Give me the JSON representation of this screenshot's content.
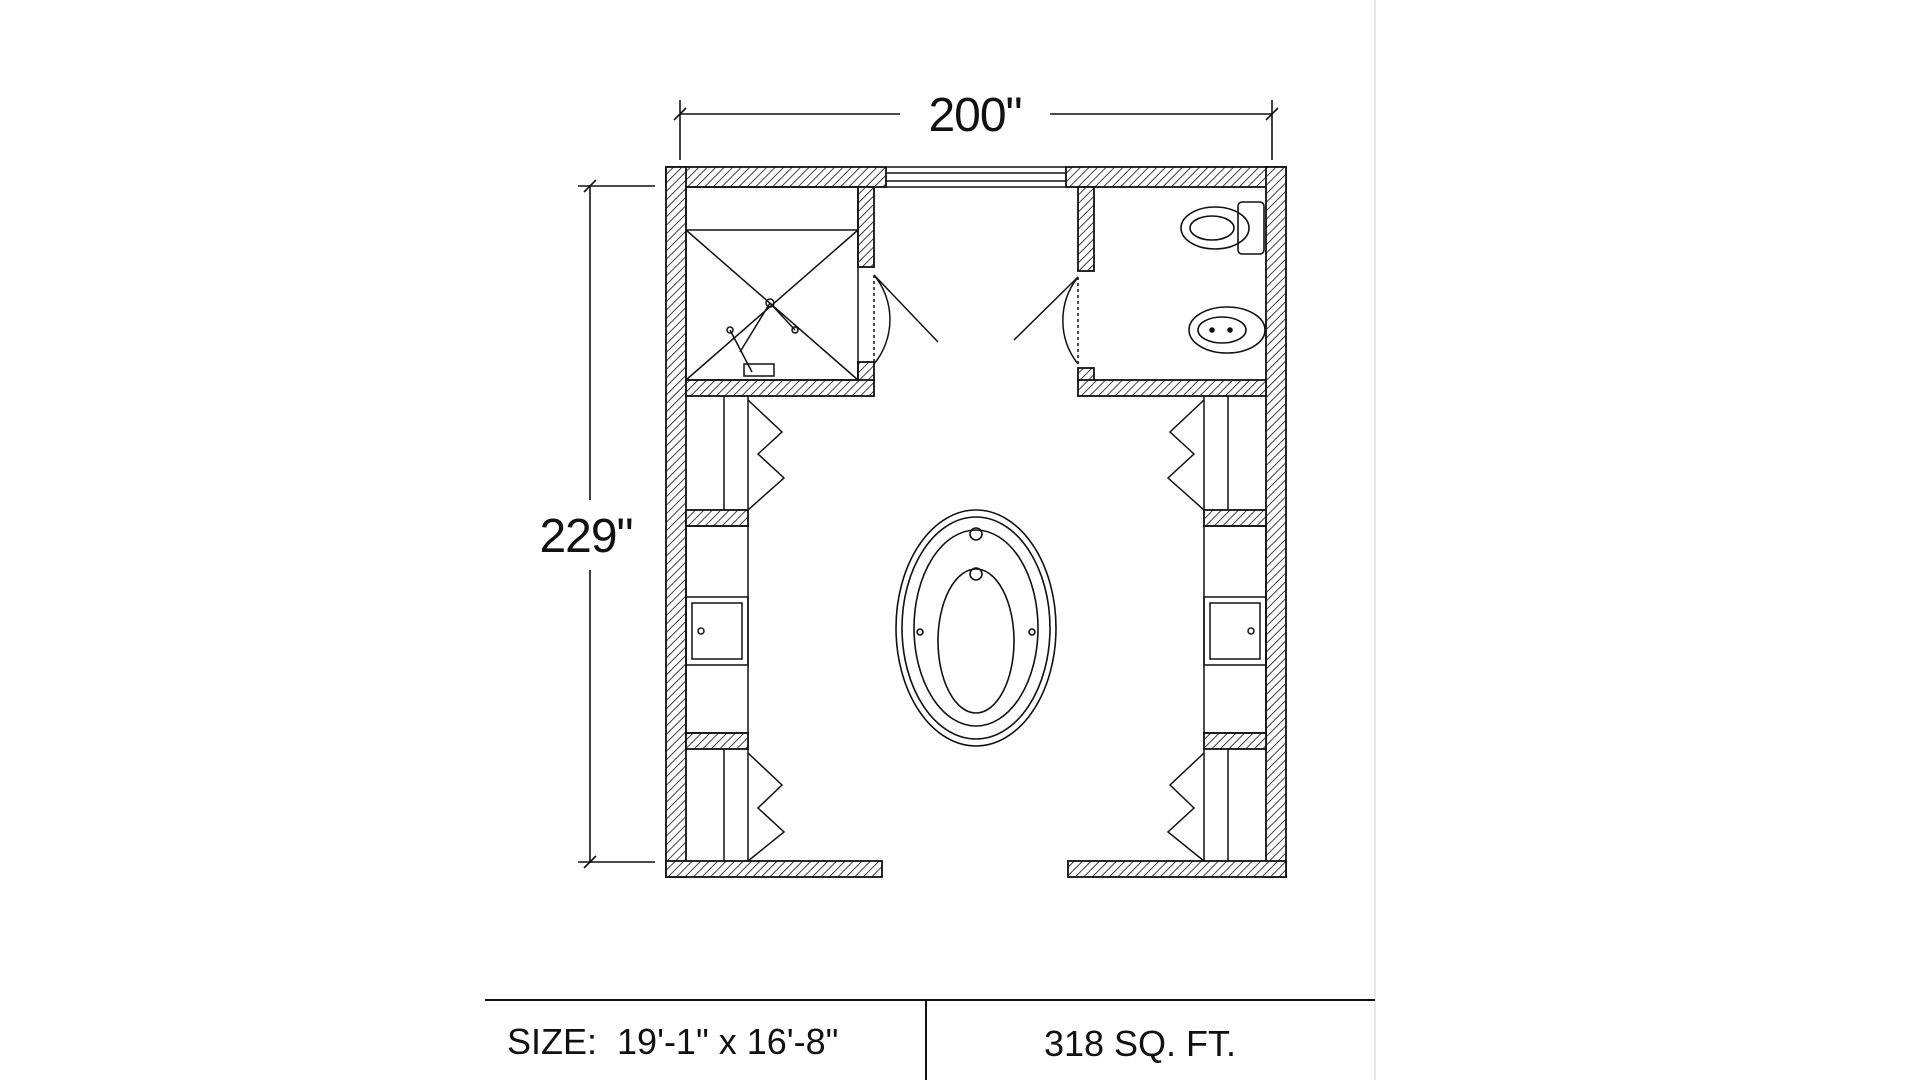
{
  "plan": {
    "width_dimension": "200\"",
    "height_dimension": "229\""
  },
  "footer": {
    "size_label": "SIZE:  19'-1\" x 16'-8\"",
    "area_label": "318 SQ. FT."
  },
  "colors": {
    "line": "#111111",
    "paper": "#ffffff"
  }
}
